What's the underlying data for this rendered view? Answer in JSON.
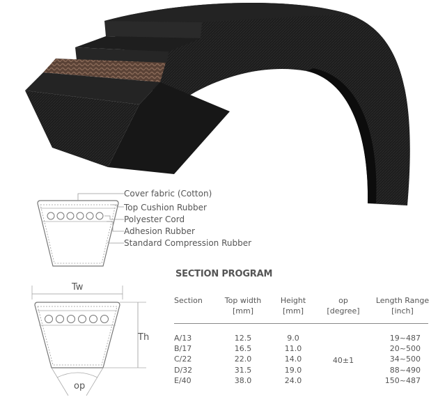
{
  "legend": {
    "items": [
      "Cover fabric (Cotton)",
      "Top Cushion Rubber",
      "Polyester Cord",
      "Adhesion Rubber",
      "Standard Compression Rubber"
    ]
  },
  "dimensions": {
    "top_width": "Tw",
    "height": "Th",
    "angle": "op"
  },
  "table": {
    "title": "SECTION PROGRAM",
    "headers": [
      {
        "name": "Section",
        "unit": ""
      },
      {
        "name": "Top width",
        "unit": "[mm]"
      },
      {
        "name": "Height",
        "unit": "[mm]"
      },
      {
        "name": "op",
        "unit": "[degree]"
      },
      {
        "name": "Length Range",
        "unit": "[inch]"
      }
    ],
    "rows": [
      {
        "section": "A/13",
        "top_width": "12.5",
        "height": "9.0",
        "length": "19~487"
      },
      {
        "section": "B/17",
        "top_width": "16.5",
        "height": "11.0",
        "length": "20~500"
      },
      {
        "section": "C/22",
        "top_width": "22.0",
        "height": "14.0",
        "length": "34~500"
      },
      {
        "section": "D/32",
        "top_width": "31.5",
        "height": "19.0",
        "length": "88~490"
      },
      {
        "section": "E/40",
        "top_width": "38.0",
        "height": "24.0",
        "length": "150~487"
      }
    ],
    "angle_value": "40±1"
  }
}
